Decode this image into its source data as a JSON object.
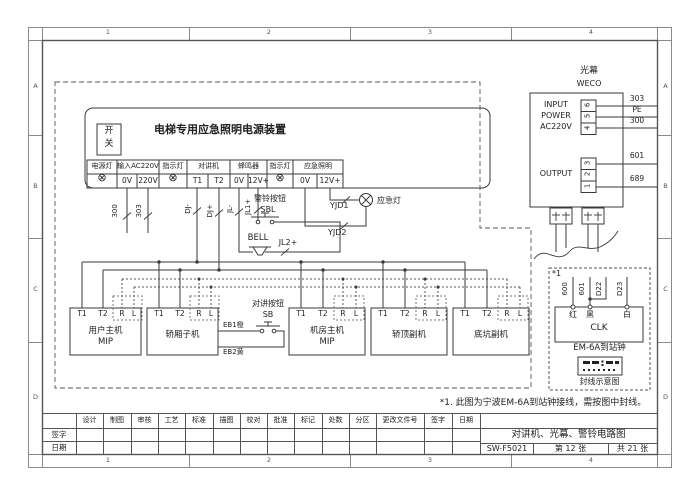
{
  "colors": {
    "ink": "#3a3a3a",
    "text": "#222222"
  },
  "sheet": {
    "zones_h": [
      "1",
      "2",
      "3",
      "4"
    ],
    "zones_v": [
      "A",
      "B",
      "C",
      "D"
    ]
  },
  "device": {
    "title": "电梯专用应急照明电源装置",
    "switch1": "开",
    "switch2": "关",
    "lamp": "⊗",
    "groups": [
      {
        "label": "电源灯"
      },
      {
        "label": "输入AC220V",
        "cells": [
          "0V",
          "220V"
        ]
      },
      {
        "label": "指示灯"
      },
      {
        "label": "对讲机",
        "cells": [
          "T1",
          "T2"
        ]
      },
      {
        "label": "蜂鸣器",
        "cells": [
          "0V",
          "12V+"
        ]
      },
      {
        "label": "指示灯"
      },
      {
        "label": "应急照明",
        "cells": [
          "0V",
          "12V+"
        ]
      }
    ]
  },
  "wires": {
    "w300": "300",
    "w303": "303",
    "dj_minus": "DJ-",
    "dj_plus": "DJ+",
    "jl_minus": "JL-",
    "jl1_plus": "JL1+",
    "jl2_plus": "JL2+",
    "bell": "BELL",
    "sbl_label": "警铃按钮",
    "sbl": "SBL",
    "yjd1": "YJD1",
    "yjd2": "YJD2",
    "emergency_lamp": "应急灯"
  },
  "intercom": {
    "terminals": [
      "T1",
      "T2",
      "R",
      "L"
    ],
    "boxes": [
      {
        "name": "用户主机",
        "sub": "MIP"
      },
      {
        "name": "轿厢子机"
      },
      {
        "name": "机房主机",
        "sub": "MIP"
      },
      {
        "name": "轿顶副机"
      },
      {
        "name": "底坑副机"
      }
    ],
    "button_label": "对讲按钮",
    "button_id": "SB",
    "eb1": "EB1橙",
    "eb2": "EB2黄"
  },
  "curtain": {
    "label": "光幕",
    "brand": "WECO",
    "input_lines": [
      "INPUT",
      "POWER",
      "AC220V"
    ],
    "input_pins": [
      "6",
      "5",
      "4"
    ],
    "input_wires": [
      "303",
      "PE",
      "300"
    ],
    "output_label": "OUTPUT",
    "output_pins": [
      "3",
      "2",
      "1"
    ],
    "out_wire1": "601",
    "out_wire2": "689"
  },
  "clock": {
    "ref": "*1",
    "wires": [
      "600",
      "601",
      "D22",
      "D23"
    ],
    "terminals": [
      "红",
      "黑",
      "白"
    ],
    "box_label": "CLK",
    "name": "EM-6A到站钟",
    "seal_caption": "封线示意图"
  },
  "note": "*1. 此图为宁波EM-6A到站钟接线，需按图中封线。",
  "titleblock": {
    "headers": [
      "设计",
      "制图",
      "审核",
      "工艺",
      "标准",
      "描图",
      "校对",
      "批准",
      "标记",
      "处数",
      "分区",
      "更改文件号",
      "签字",
      "日期"
    ],
    "rows": [
      "签字",
      "日期"
    ],
    "title": "对讲机、光幕、警铃电路图",
    "doc_no": "SW-F5021",
    "sheet_no": "第 12 张",
    "sheet_total": "共 21 张"
  }
}
